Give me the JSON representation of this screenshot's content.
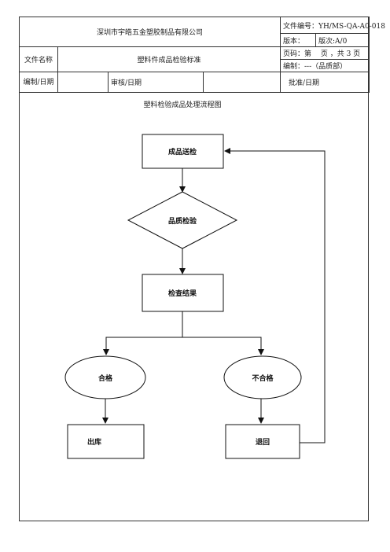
{
  "header": {
    "company": "深圳市宇皓五金塑胶制品有限公司",
    "doc_no": "文件编号：YH/MS-QA-A0-018",
    "edition_label": "版本：",
    "revision": "版次:A/0",
    "doc_name_label": "文件名称",
    "doc_name": "塑料件成品检验标准",
    "page_info": "页码：第　 页 ，共 3 页",
    "compiler_dept": "编制：---（品质部）",
    "prepared_label": "编制/日期",
    "review_label": "审核/日期",
    "approve_label": "批准/日期"
  },
  "flowchart": {
    "title": "塑料检验成品处理流程图",
    "nodes": {
      "send": "成品送检",
      "inspect": "品质检验",
      "result": "检查结果",
      "pass": "合格",
      "fail": "不合格",
      "store": "出库",
      "return": "退回"
    }
  }
}
